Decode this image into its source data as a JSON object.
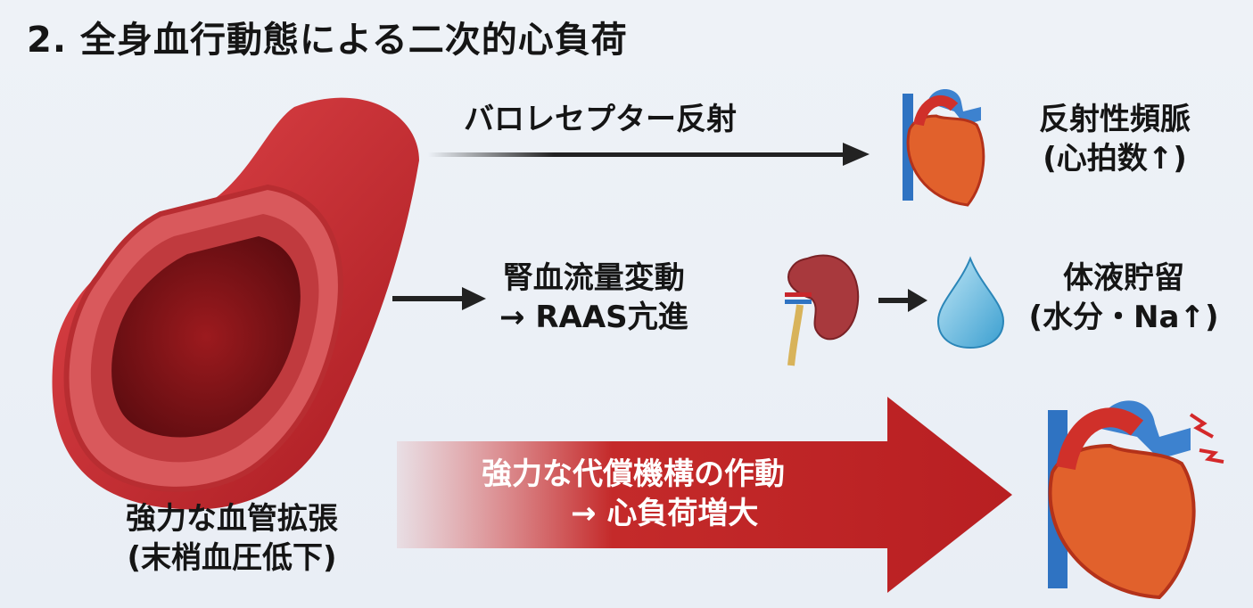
{
  "title": "2. 全身血行動態による二次的心負荷",
  "vessel": {
    "line1": "強力な血管拡張",
    "line2": "(末梢血圧低下)"
  },
  "row1": {
    "arrow_label": "バロレセプター反射",
    "result_line1": "反射性頻脈",
    "result_line2": "(心拍数↑)"
  },
  "row2": {
    "label_line1": "腎血流量変動",
    "label_line2": "→ RAAS亢進",
    "result_line1": "体液貯留",
    "result_line2": "(水分・Na↑)"
  },
  "row3": {
    "arrow_line1": "強力な代償機構の作動",
    "arrow_line2": "→ 心負荷増大"
  },
  "colors": {
    "vessel": "#c8262b",
    "arrow_big": "#c42a2a",
    "background": "#eef2f7"
  }
}
